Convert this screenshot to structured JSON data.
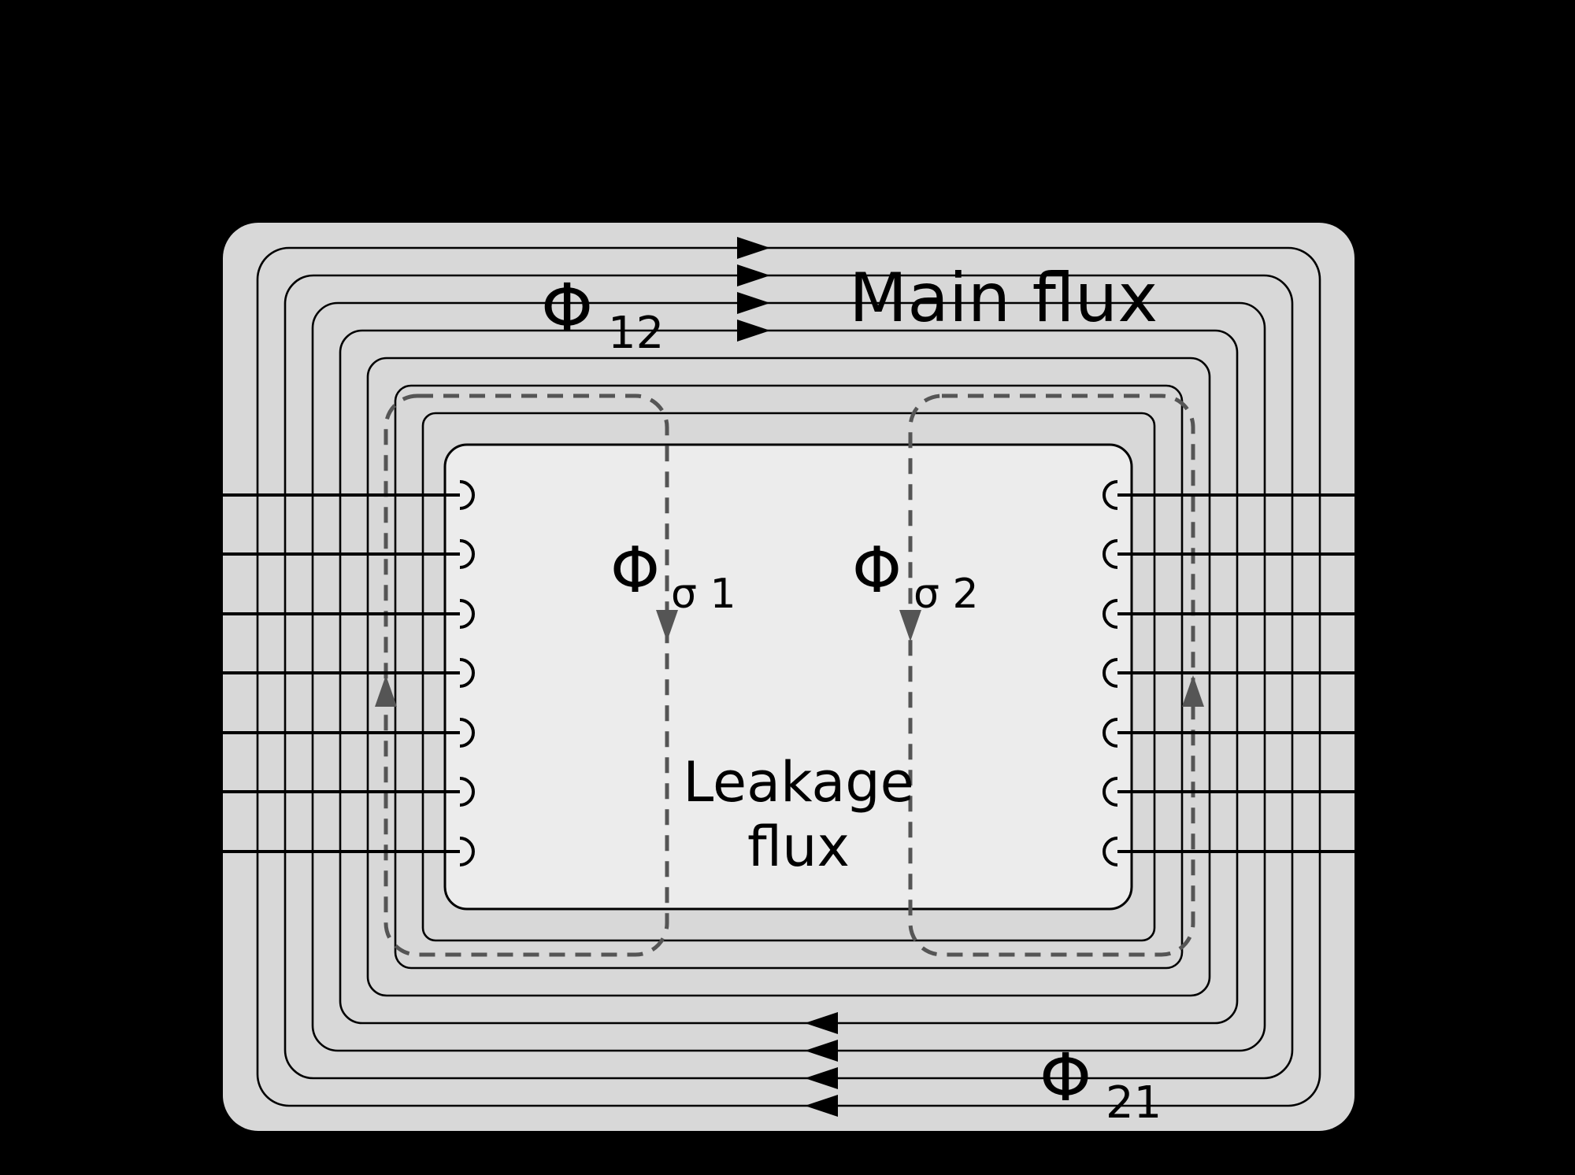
{
  "diagram": {
    "labels": {
      "phi": "Φ",
      "phi12_sub": "12",
      "main_flux": "Main flux",
      "phi_sigma1_sub": "σ 1",
      "phi_sigma2_sub": "σ 2",
      "leakage_line1": "Leakage",
      "leakage_line2": "flux",
      "phi21_sub": "21"
    },
    "colors": {
      "background": "#000000",
      "core_fill": "#d8d8d8",
      "window_fill": "#ececec",
      "flux_line_color": "#000000",
      "leakage_dash_color": "#555555",
      "text_color": "#000000"
    }
  }
}
